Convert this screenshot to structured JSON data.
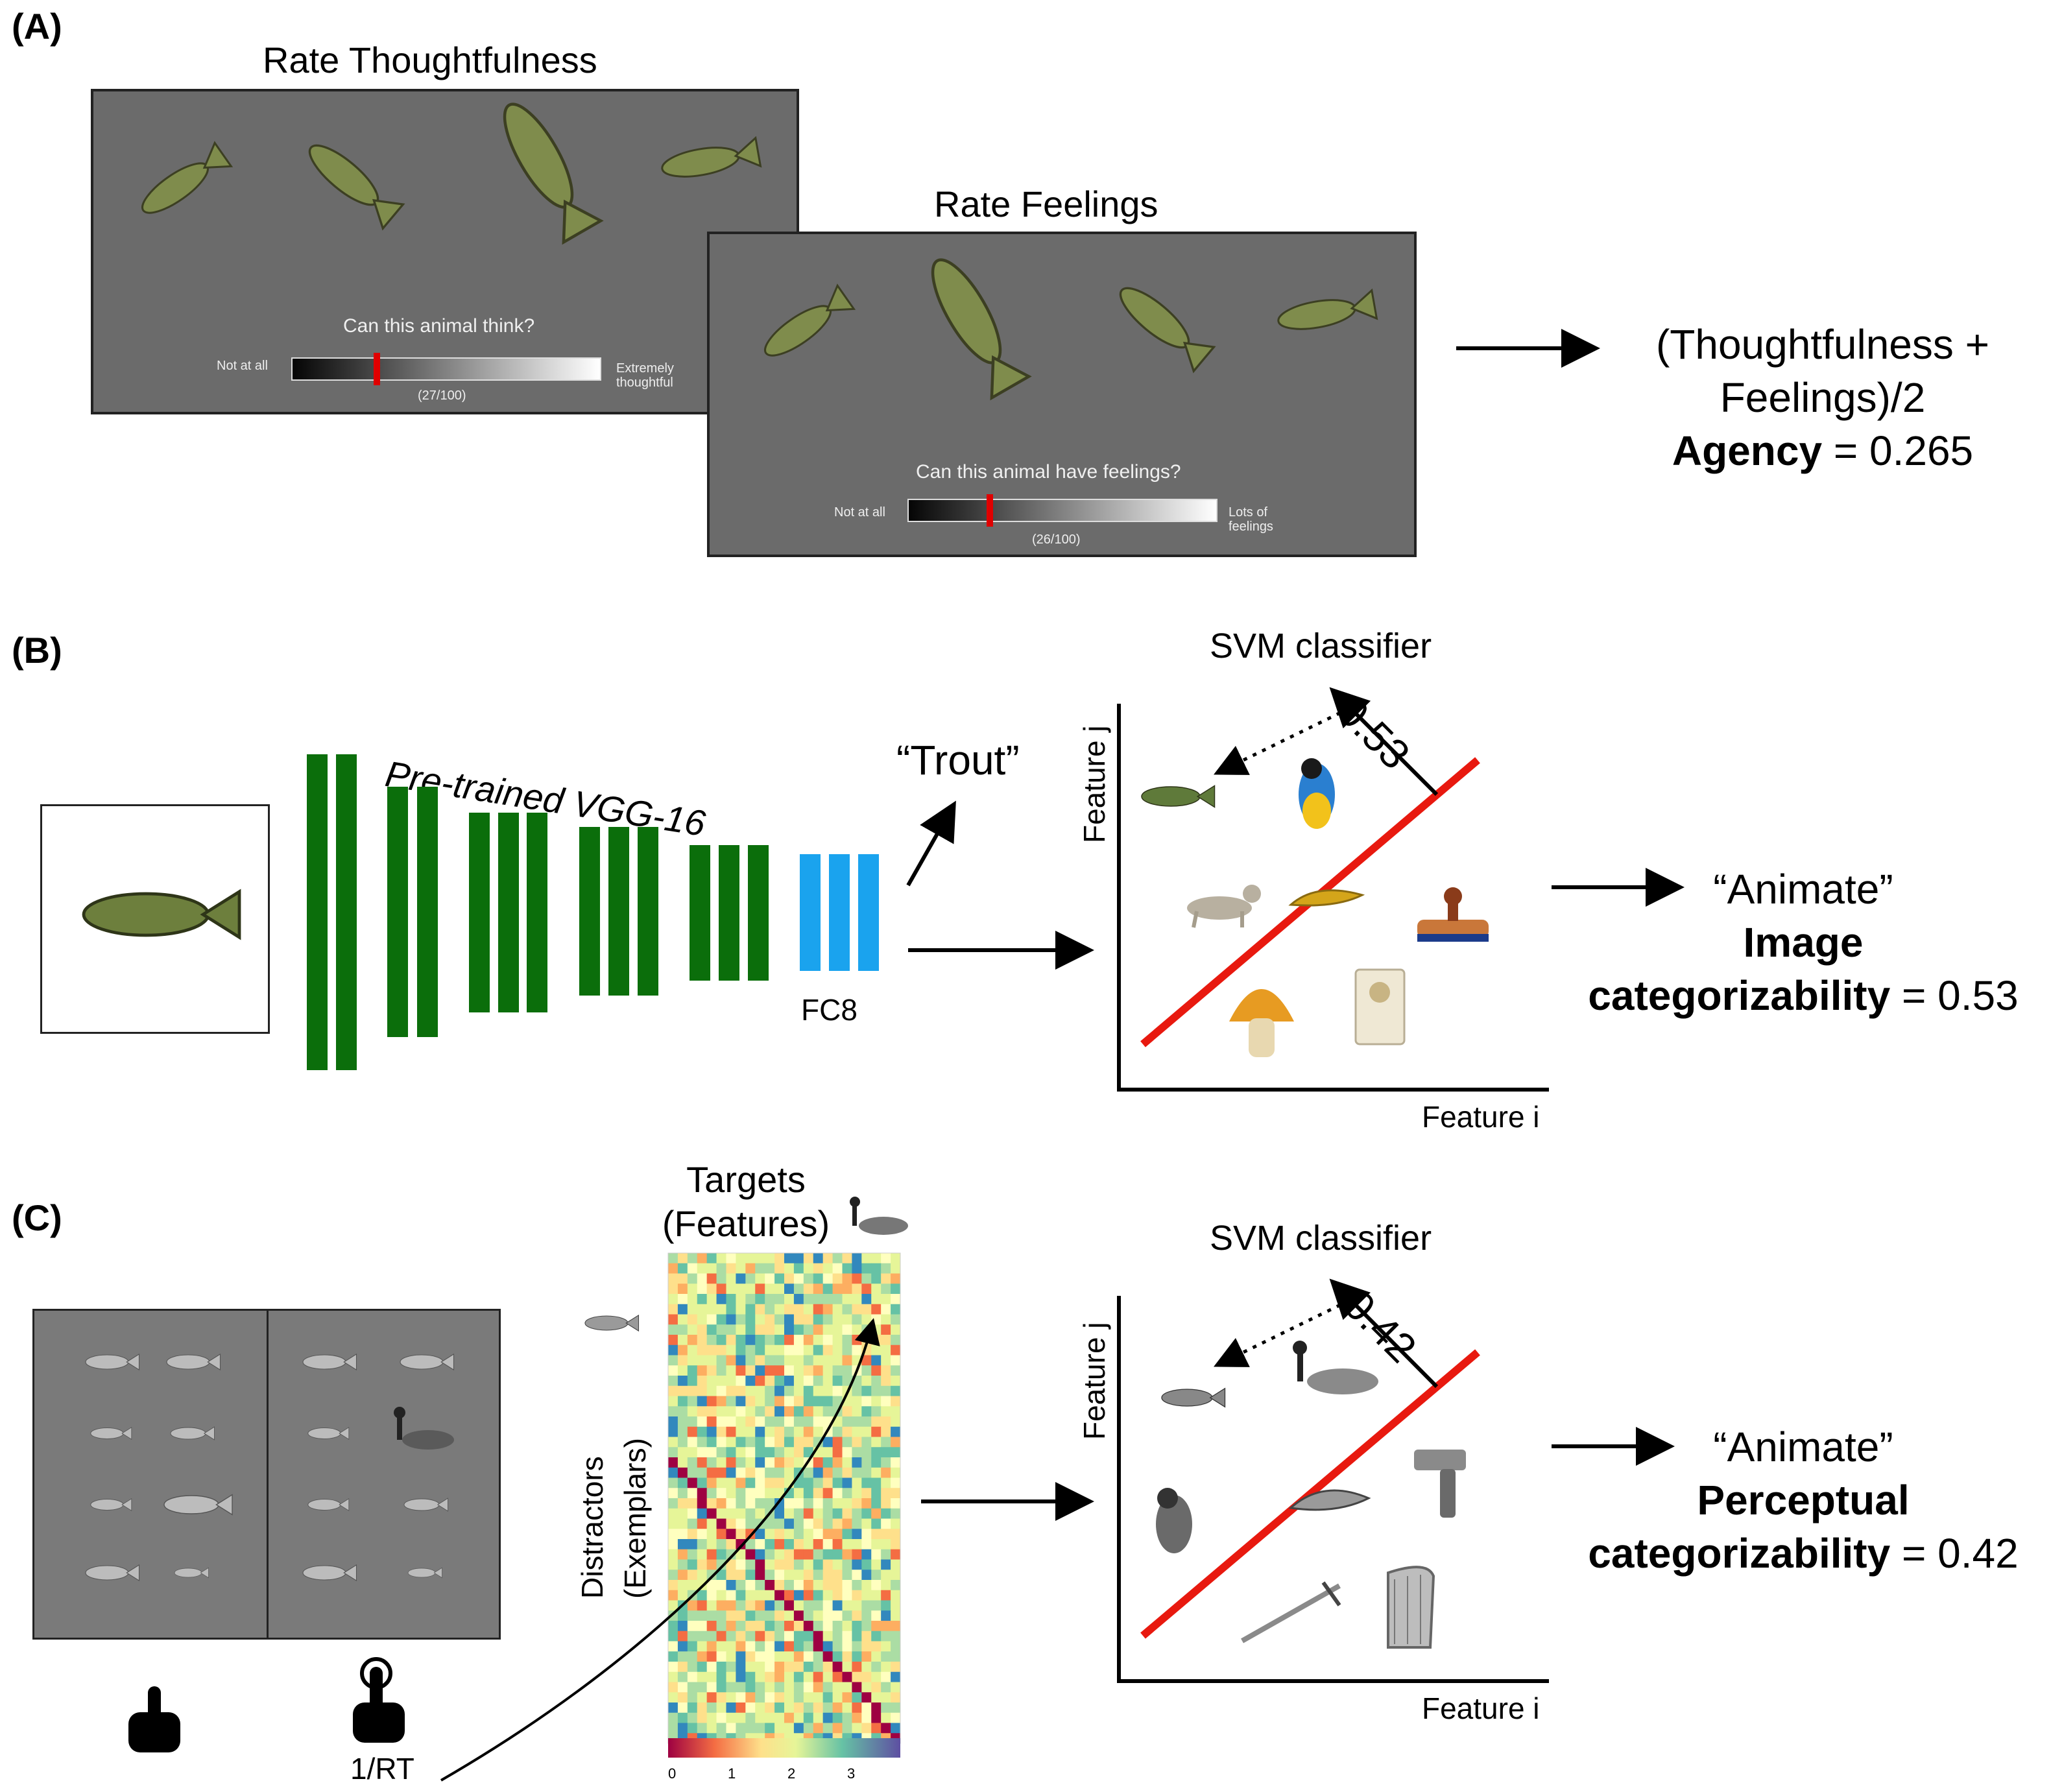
{
  "panelA": {
    "label": "(A)",
    "screen1": {
      "title": "Rate Thoughtfulness",
      "question": "Can this animal think?",
      "left": "Not at all",
      "right_line1": "Extremely",
      "right_line2": "thoughtful",
      "value": "(27/100)",
      "rating": 27
    },
    "screen2": {
      "title": "Rate Feelings",
      "question": "Can this animal have feelings?",
      "left": "Not at all",
      "right_line1": "Lots of",
      "right_line2": "feelings",
      "value": "(26/100)",
      "rating": 26
    },
    "formula_line1": "(Thoughtfulness +",
    "formula_line2": "Feelings)/2",
    "agency_label": "Agency",
    "agency_value": " = 0.265"
  },
  "panelB": {
    "label": "(B)",
    "network": "Pre-trained VGG-16",
    "fc_label": "FC8",
    "output": "“Trout”",
    "svm_title": "SVM classifier",
    "distance": "0.53",
    "xaxis": "Feature i",
    "yaxis": "Feature j",
    "result_quote": "“Animate”",
    "result_line1": "Image",
    "result_line2": "categorizability",
    "result_value": " = 0.53"
  },
  "panelC": {
    "label": "(C)",
    "matrix_title1": "Targets",
    "matrix_title2": "(Features)",
    "matrix_ylabel1": "Distractors",
    "matrix_ylabel2": "(Exemplars)",
    "rt_label": "1/RT",
    "colorbar_ticks": [
      "0",
      "1",
      "2",
      "3"
    ],
    "svm_title": "SVM classifier",
    "distance": "0.42",
    "xaxis": "Feature i",
    "yaxis": "Feature j",
    "result_quote": "“Animate”",
    "result_line1": "Perceptual",
    "result_line2": "categorizability",
    "result_value": " = 0.42"
  },
  "colors": {
    "conv": "#0b6e0b",
    "fc": "#1aa3ee",
    "boundary": "#e8190f",
    "marker": "#e00000",
    "screen": "#6b6b6b"
  },
  "icons": [
    "trout-icon",
    "parrot-icon",
    "cat-icon",
    "slug-icon",
    "stamp-icon",
    "mushroom-icon",
    "timer-icon",
    "goose-icon",
    "drill-icon",
    "sword-icon",
    "harp-icon",
    "hand-pointer-icon",
    "hand-tap-icon"
  ]
}
